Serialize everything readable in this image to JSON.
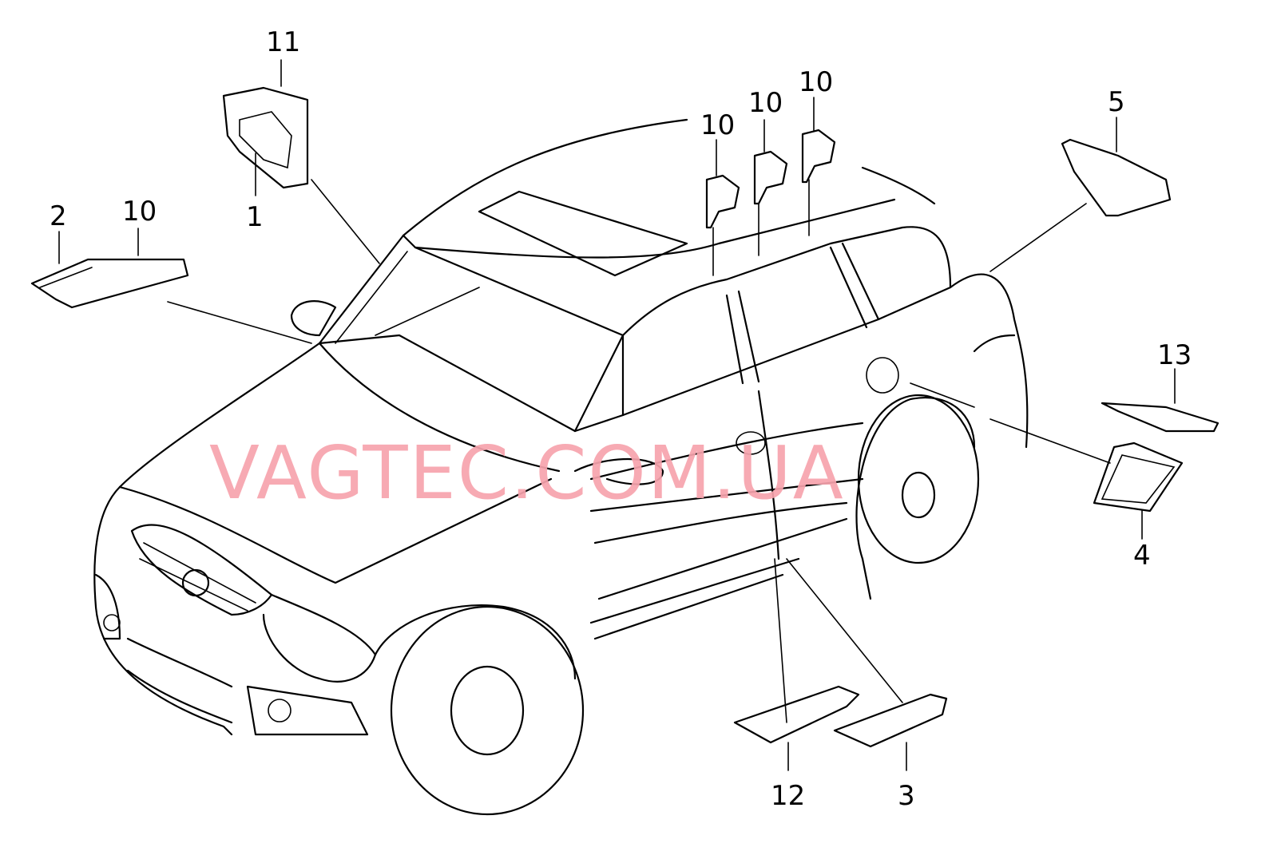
{
  "watermark": "VAGTEC.COM.UA",
  "callouts": [
    {
      "id": "11",
      "text": "11"
    },
    {
      "id": "1",
      "text": "1"
    },
    {
      "id": "2",
      "text": "2"
    },
    {
      "id": "10a",
      "text": "10"
    },
    {
      "id": "10b",
      "text": "10"
    },
    {
      "id": "10c",
      "text": "10"
    },
    {
      "id": "10d",
      "text": "10"
    },
    {
      "id": "5",
      "text": "5"
    },
    {
      "id": "13",
      "text": "13"
    },
    {
      "id": "4",
      "text": "4"
    },
    {
      "id": "12",
      "text": "12"
    },
    {
      "id": "3",
      "text": "3"
    }
  ]
}
